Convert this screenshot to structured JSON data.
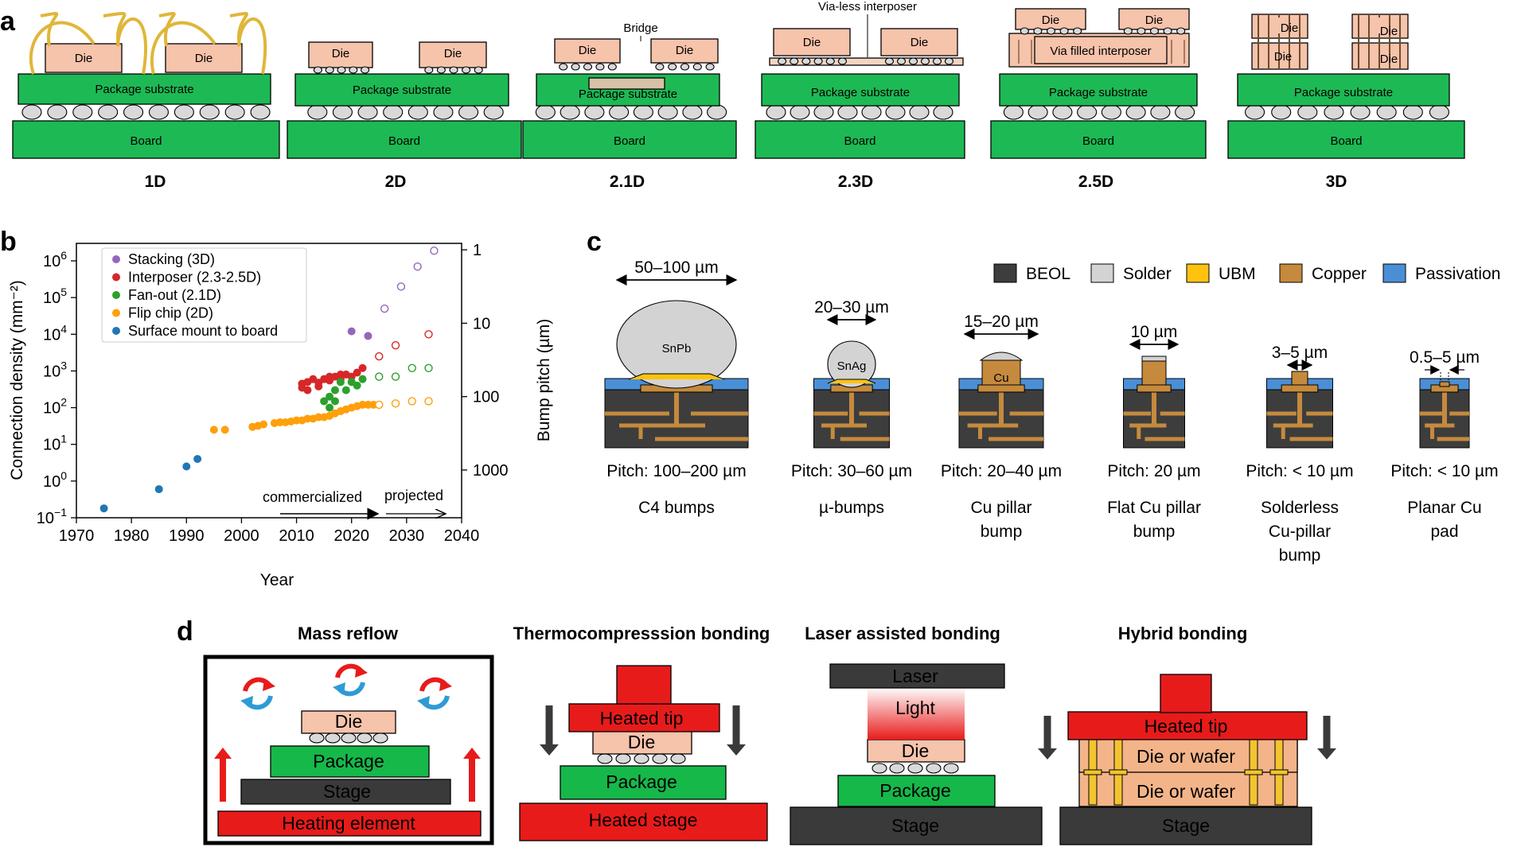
{
  "panel_labels": {
    "a": "a",
    "b": "b",
    "c": "c",
    "d": "d"
  },
  "panel_a": {
    "die": "Die",
    "package_substrate": "Package substrate",
    "board": "Board",
    "bridge": "Bridge",
    "via_less_interposer": "Via-less interposer",
    "via_filled_interposer": "Via filled interposer",
    "captions": [
      "1D",
      "2D",
      "2.1D",
      "2.3D",
      "2.5D",
      "3D"
    ]
  },
  "panel_b": {
    "xlabel": "Year",
    "ylabel_left": "Connection density (mm⁻²)",
    "ylabel_right": "Bump pitch (µm)",
    "commercialized": "commercialized",
    "projected": "projected",
    "x_ticks": [
      "1970",
      "1980",
      "1990",
      "2000",
      "2010",
      "2020",
      "2030",
      "2040"
    ],
    "y_ticks": [
      {
        "base": "10",
        "exp": "6"
      },
      {
        "base": "10",
        "exp": "5"
      },
      {
        "base": "10",
        "exp": "4"
      },
      {
        "base": "10",
        "exp": "3"
      },
      {
        "base": "10",
        "exp": "2"
      },
      {
        "base": "10",
        "exp": "1"
      },
      {
        "base": "10",
        "exp": "0"
      },
      {
        "base": "10",
        "exp": "−1"
      }
    ],
    "y_right_ticks": [
      "1",
      "10",
      "100",
      "1000"
    ],
    "legend": [
      "Stacking (3D)",
      "Interposer (2.3-2.5D)",
      "Fan-out (2.1D)",
      "Flip chip (2D)",
      "Surface mount to board"
    ],
    "colors": {
      "stacking": "#9467bd",
      "interposer": "#d62728",
      "fanout": "#2ca02c",
      "flipchip": "#ff9f0a",
      "surface": "#1f77b4"
    }
  },
  "chart_data": {
    "type": "scatter",
    "xlabel": "Year",
    "ylabel": "Connection density (mm⁻²)",
    "ylabel_right": "Bump pitch (µm)",
    "xlim": [
      1970,
      2040
    ],
    "ylim": [
      0.1,
      3000000
    ],
    "y_scale": "log",
    "legend_position": "top-left",
    "series": [
      {
        "name": "Stacking (3D)",
        "color": "#9467bd",
        "points": [
          [
            2020,
            12000
          ],
          [
            2023,
            9000
          ]
        ],
        "projected": [
          [
            2026,
            50000
          ],
          [
            2029,
            200000
          ],
          [
            2032,
            700000
          ],
          [
            2035,
            1900000
          ]
        ]
      },
      {
        "name": "Interposer (2.3-2.5D)",
        "color": "#d62728",
        "points": [
          [
            2011,
            450
          ],
          [
            2011,
            350
          ],
          [
            2012,
            500
          ],
          [
            2012,
            300
          ],
          [
            2013,
            600
          ],
          [
            2014,
            480
          ],
          [
            2014,
            380
          ],
          [
            2015,
            600
          ],
          [
            2016,
            700
          ],
          [
            2016,
            550
          ],
          [
            2017,
            700
          ],
          [
            2018,
            800
          ],
          [
            2018,
            600
          ],
          [
            2019,
            800
          ],
          [
            2020,
            700
          ],
          [
            2021,
            900
          ],
          [
            2022,
            1200
          ]
        ],
        "projected": [
          [
            2025,
            2500
          ],
          [
            2028,
            5000
          ],
          [
            2034,
            10000
          ]
        ]
      },
      {
        "name": "Fan-out (2.1D)",
        "color": "#2ca02c",
        "points": [
          [
            2015,
            150
          ],
          [
            2016,
            100
          ],
          [
            2016,
            200
          ],
          [
            2017,
            300
          ],
          [
            2017,
            150
          ],
          [
            2018,
            500
          ],
          [
            2019,
            300
          ],
          [
            2020,
            500
          ],
          [
            2021,
            400
          ],
          [
            2022,
            600
          ]
        ],
        "projected": [
          [
            2025,
            700
          ],
          [
            2028,
            700
          ],
          [
            2031,
            1200
          ],
          [
            2034,
            1200
          ]
        ]
      },
      {
        "name": "Flip chip (2D)",
        "color": "#ff9f0a",
        "points": [
          [
            1995,
            25
          ],
          [
            1997,
            25
          ],
          [
            2002,
            30
          ],
          [
            2003,
            32
          ],
          [
            2004,
            35
          ],
          [
            2006,
            38
          ],
          [
            2007,
            40
          ],
          [
            2008,
            40
          ],
          [
            2009,
            42
          ],
          [
            2010,
            45
          ],
          [
            2011,
            45
          ],
          [
            2012,
            50
          ],
          [
            2013,
            50
          ],
          [
            2014,
            55
          ],
          [
            2015,
            55
          ],
          [
            2016,
            60
          ],
          [
            2017,
            70
          ],
          [
            2018,
            80
          ],
          [
            2019,
            90
          ],
          [
            2020,
            100
          ],
          [
            2021,
            110
          ],
          [
            2022,
            120
          ],
          [
            2023,
            120
          ],
          [
            2024,
            120
          ]
        ],
        "projected": [
          [
            2025,
            120
          ],
          [
            2028,
            130
          ],
          [
            2031,
            150
          ],
          [
            2034,
            150
          ]
        ]
      },
      {
        "name": "Surface mount to board",
        "color": "#1f77b4",
        "points": [
          [
            1975,
            0.18
          ],
          [
            1985,
            0.6
          ],
          [
            1990,
            2.5
          ],
          [
            1992,
            4
          ]
        ],
        "projected": []
      }
    ]
  },
  "panel_c": {
    "legend": [
      "BEOL",
      "Solder",
      "UBM",
      "Copper",
      "Passivation"
    ],
    "colors": {
      "beol": "#3d3d3d",
      "solder": "#d3d3d3",
      "ubm": "#ffc20e",
      "copper": "#c58a3d",
      "passivation": "#4a8fd6"
    },
    "types": [
      {
        "dim": "50–100 µm",
        "material": "SnPb",
        "pitch": "Pitch: 100–200 µm",
        "name": [
          "C4 bumps"
        ]
      },
      {
        "dim": "20–30 µm",
        "material": "SnAg",
        "pitch": "Pitch: 30–60 µm",
        "name": [
          "µ-bumps"
        ]
      },
      {
        "dim": "15–20 µm",
        "material": "Cu",
        "pitch": "Pitch: 20–40 µm",
        "name": [
          "Cu pillar",
          "bump"
        ]
      },
      {
        "dim": "10 µm",
        "material": "",
        "pitch": "Pitch: 20 µm",
        "name": [
          "Flat Cu pillar",
          "bump"
        ]
      },
      {
        "dim": "3–5 µm",
        "material": "",
        "pitch": "Pitch: < 10 µm",
        "name": [
          "Solderless",
          "Cu-pillar",
          "bump"
        ]
      },
      {
        "dim": "0.5–5 µm",
        "material": "",
        "pitch": "Pitch: < 10 µm",
        "name": [
          "Planar Cu",
          "pad"
        ]
      }
    ]
  },
  "panel_d": {
    "titles": [
      "Mass reflow",
      "Thermocompresssion bonding",
      "Laser assisted bonding",
      "Hybrid bonding"
    ],
    "die": "Die",
    "package": "Package",
    "stage": "Stage",
    "heating_element": "Heating element",
    "heated_tip": "Heated tip",
    "heated_stage": "Heated stage",
    "laser": "Laser",
    "light": "Light",
    "die_or_wafer": "Die or wafer"
  }
}
